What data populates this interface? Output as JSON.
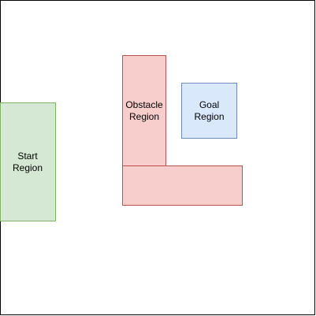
{
  "diagram": {
    "start_region": {
      "line1": "Start",
      "line2": "Region",
      "fill": "#d5e8d4",
      "stroke": "#82b366"
    },
    "obstacle_region": {
      "line1": "Obstacle",
      "line2": "Region",
      "fill": "#f8cecc",
      "stroke": "#b85450"
    },
    "goal_region": {
      "line1": "Goal",
      "line2": "Region",
      "fill": "#dae8fc",
      "stroke": "#6c8ebf"
    },
    "frame": {
      "stroke": "#000000"
    }
  }
}
